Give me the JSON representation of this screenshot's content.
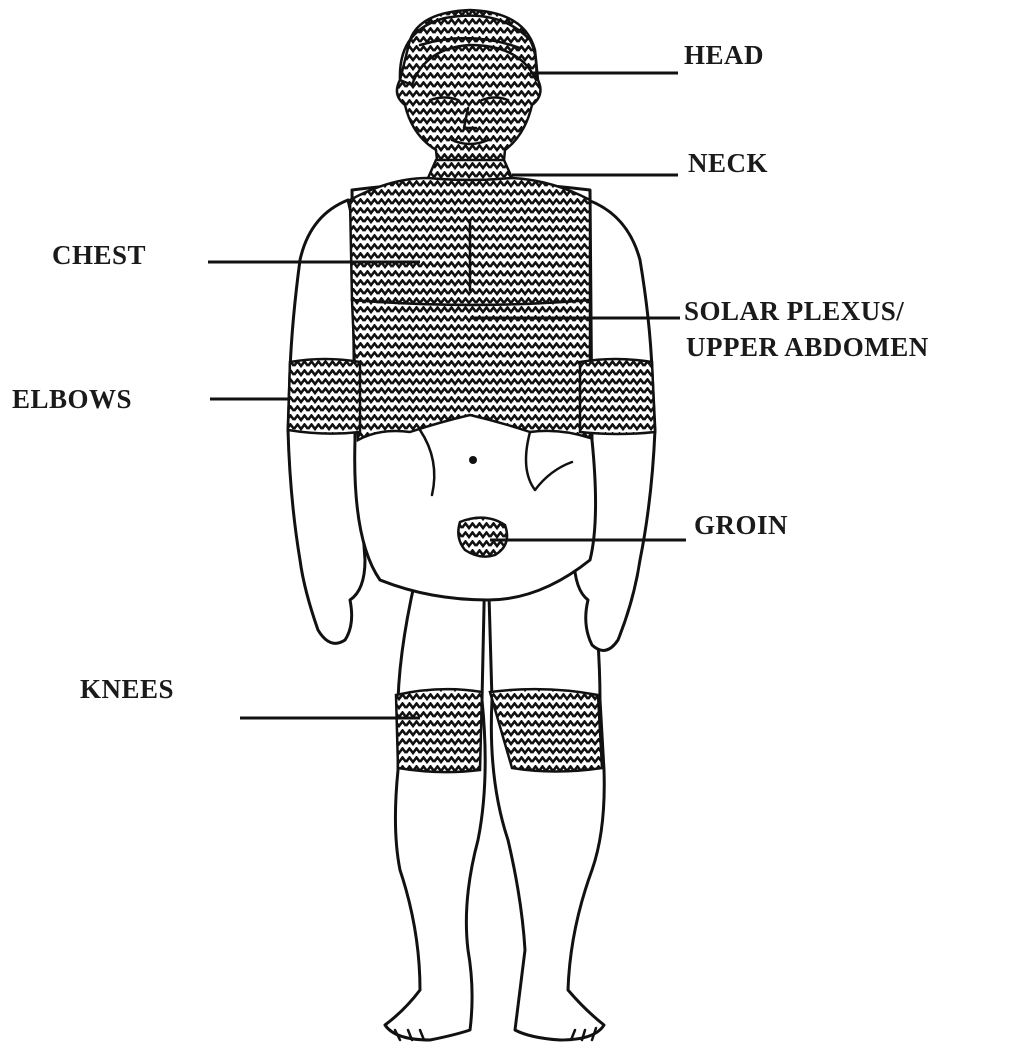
{
  "labels": {
    "head": "HEAD",
    "neck": "NECK",
    "chest": "CHEST",
    "solar_plexus_line1": "SOLAR PLEXUS/",
    "solar_plexus_line2": "UPPER ABDOMEN",
    "elbows": "ELBOWS",
    "groin": "GROIN",
    "knees": "KNEES"
  },
  "colors": {
    "ink": "#111111",
    "paper": "#ffffff"
  }
}
